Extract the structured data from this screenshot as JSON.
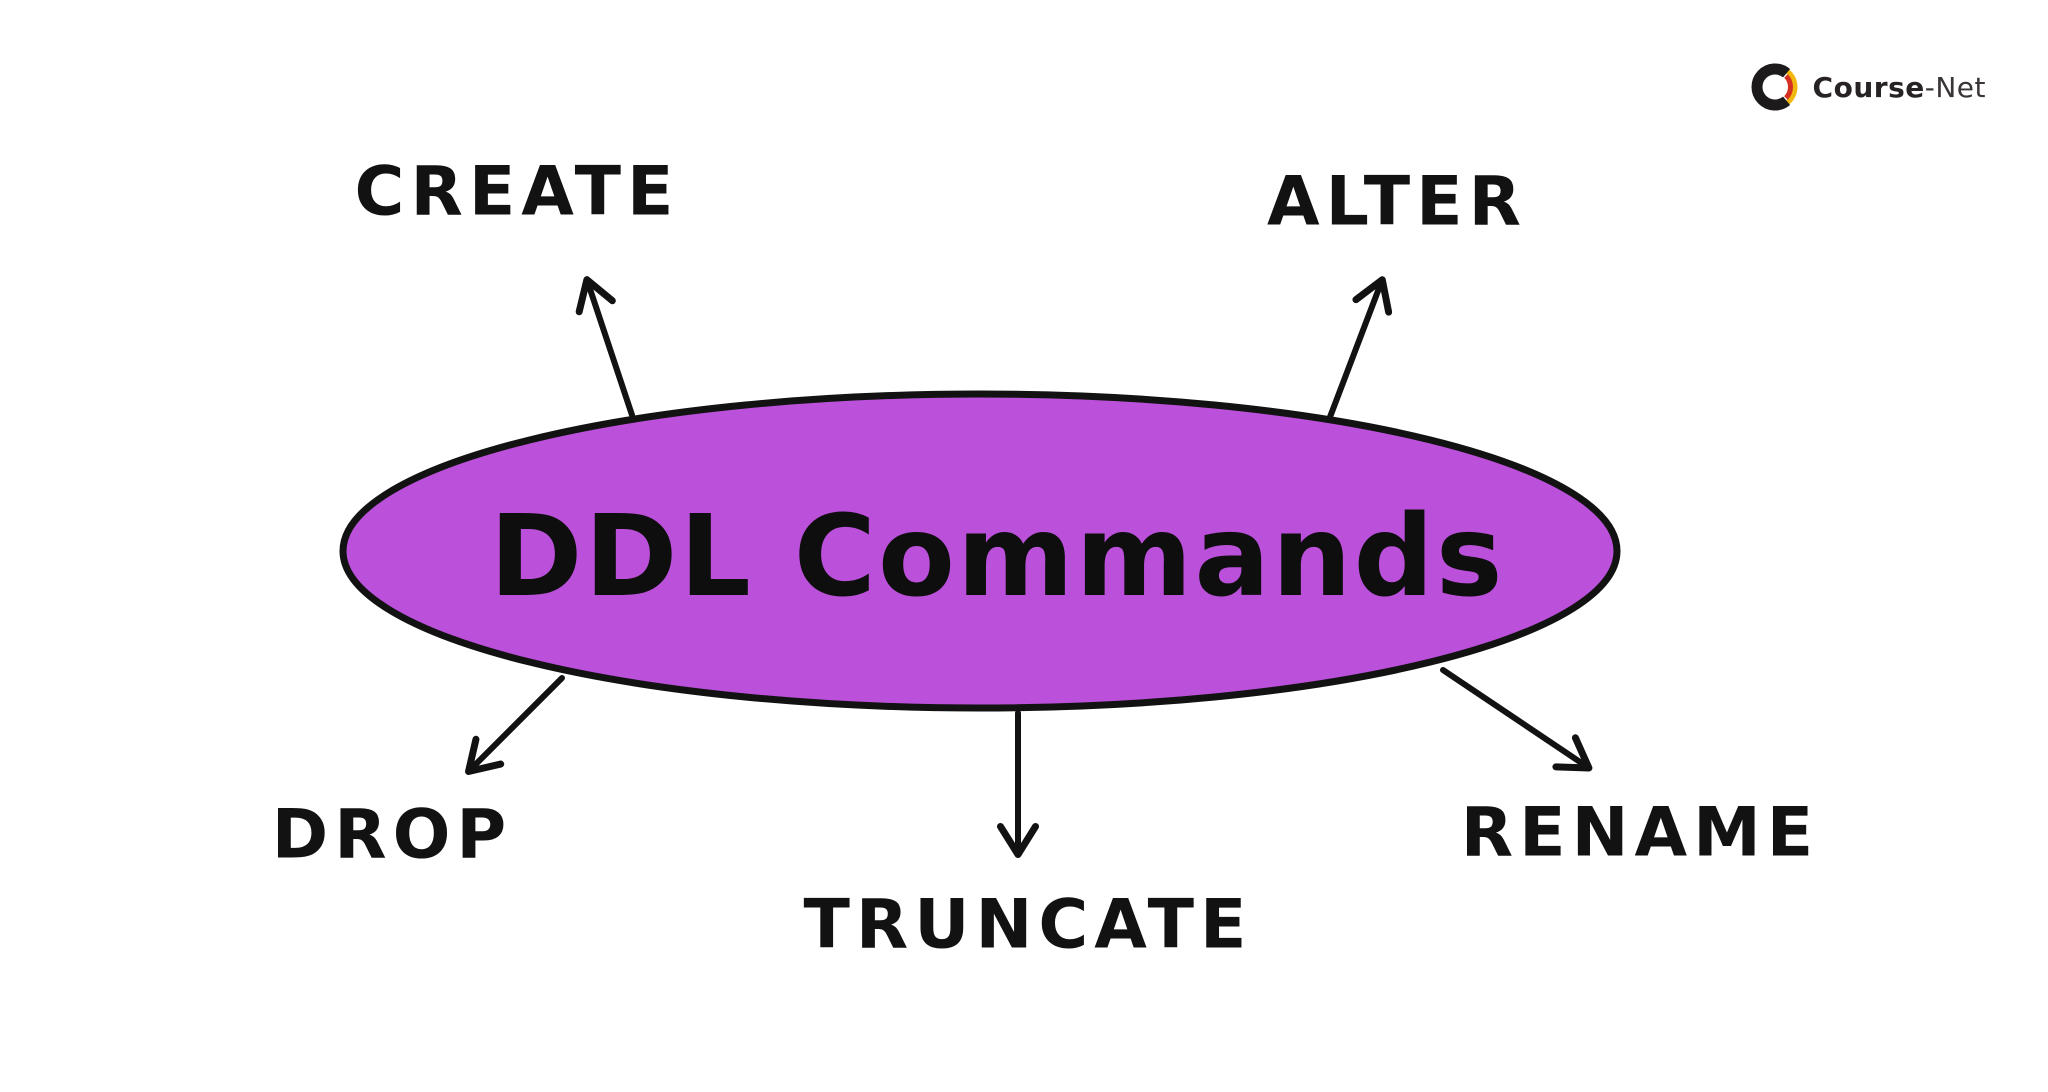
{
  "logo": {
    "brand_bold": "Course",
    "brand_light": "-Net",
    "ring_black": "#1c1a1b",
    "ring_yellow": "#f2b70d",
    "ring_red": "#d53020"
  },
  "diagram": {
    "center": {
      "label": "DDL Commands",
      "fill": "#bb50da",
      "stroke": "#121212"
    },
    "nodes": [
      {
        "label": "CREATE"
      },
      {
        "label": "ALTER"
      },
      {
        "label": "DROP"
      },
      {
        "label": "TRUNCATE"
      },
      {
        "label": "RENAME"
      }
    ]
  }
}
